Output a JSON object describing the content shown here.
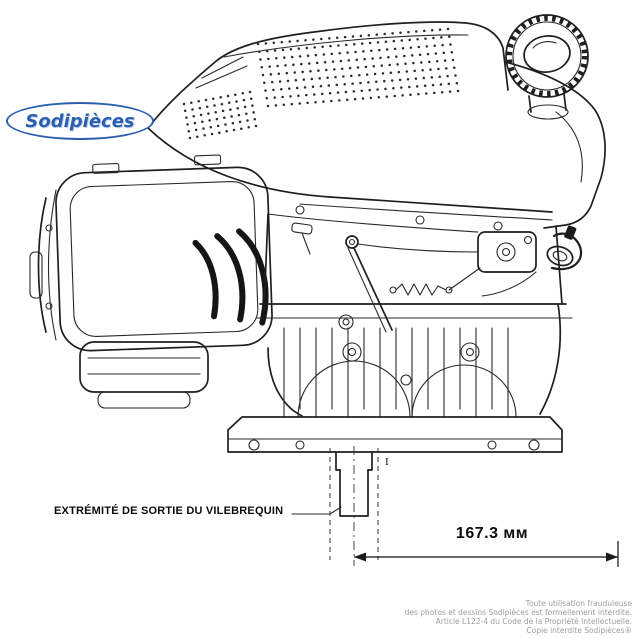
{
  "window": {
    "background": "#ffffff"
  },
  "logo": {
    "text": "Sodipièces",
    "color": "#2b5fb0"
  },
  "diagram": {
    "callout_label": "EXTRÉMITÉ DE SORTIE DU VILEBREQUIN",
    "dimension_label": "167.3 мм",
    "shaft_mark": "I",
    "line_color": "#1f1f1f"
  },
  "footer": {
    "lines": [
      "Toute utilisation frauduleuse",
      "des photos et dessins Sodipièces est formellement interdite.",
      "Article L122-4 du Code de la Propriété Intellectuelle.",
      "Copie interdite Sodipièces®"
    ]
  }
}
